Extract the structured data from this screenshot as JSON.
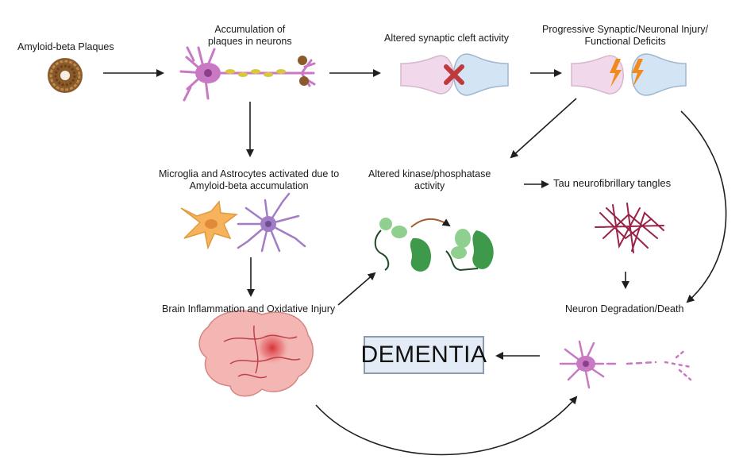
{
  "labels": {
    "amyloid_plaques": "Amyloid-beta Plaques",
    "accumulation_line1": "Accumulation of",
    "accumulation_line2": "plaques in neurons",
    "altered_synaptic": "Altered synaptic cleft activity",
    "progressive_line1": "Progressive Synaptic/Neuronal Injury/",
    "progressive_line2": "Functional Deficits",
    "microglia_line1": "Microglia and Astrocytes activated due to",
    "microglia_line2": "Amyloid-beta accumulation",
    "kinase_line1": "Altered kinase/phosphatase",
    "kinase_line2": "activity",
    "tau": "Tau neurofibrillary tangles",
    "inflammation": "Brain Inflammation and Oxidative Injury",
    "degradation": "Neuron Degradation/Death",
    "dementia": "DEMENTIA"
  },
  "colors": {
    "neuron": "#c978c4",
    "neuron_dark": "#8e3f8a",
    "plaque_yellow": "#d9c93a",
    "synapse_pink": "#f1d8ea",
    "synapse_blue": "#d3e4f5",
    "synapse_outline": "#9fb6cf",
    "x_mark": "#c0393d",
    "bolt": "#f08a1c",
    "microglia": "#f6b35c",
    "astrocyte": "#a37cc6",
    "protein_light": "#8fcf8f",
    "protein_dark": "#3e9a4a",
    "tau": "#9b2348",
    "brain": "#f3b6b3",
    "brain_vessel": "#c0404a",
    "dementia_fill": "#e3ecf6",
    "dementia_border": "#8c9cad",
    "arrow": "#1f1f1f"
  }
}
